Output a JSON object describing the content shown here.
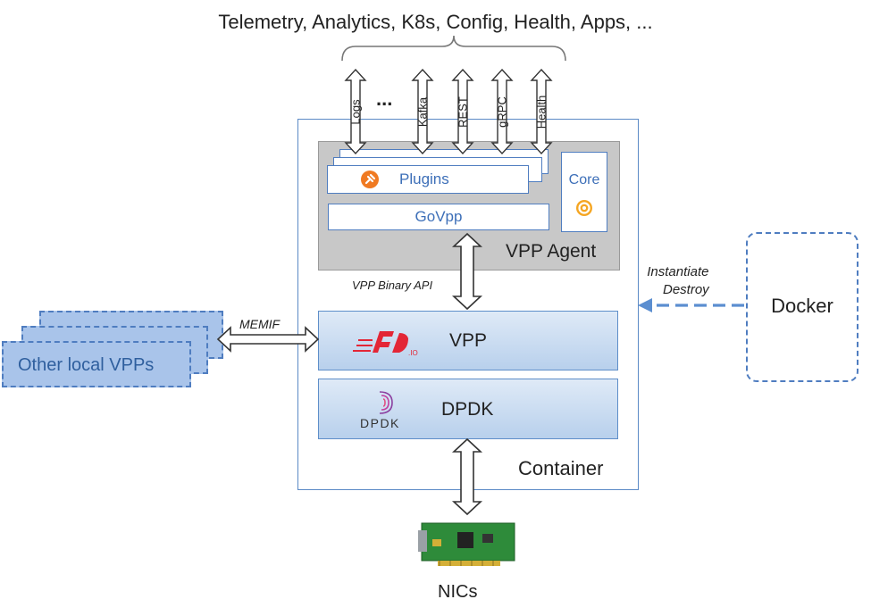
{
  "header": {
    "title": "Telemetry, Analytics, K8s, Config, Health, Apps, ..."
  },
  "interfaces": [
    {
      "label": "Logs"
    },
    {
      "label": "..."
    },
    {
      "label": "Kafka"
    },
    {
      "label": "REST"
    },
    {
      "label": "gRPC"
    },
    {
      "label": "Health"
    }
  ],
  "agent": {
    "plugins_label": "Plugins",
    "govpp_label": "GoVpp",
    "core_label": "Core",
    "name": "VPP Agent"
  },
  "api_label": "VPP Binary API",
  "memif_label": "MEMIF",
  "vpp": {
    "label": "VPP",
    "logo_text": ".IO"
  },
  "dpdk": {
    "label": "DPDK",
    "logo_text": "DPDK"
  },
  "container_label": "Container",
  "other_vpps": {
    "label": "Other local VPPs"
  },
  "docker": {
    "label": "Docker",
    "action_line1": "Instantiate",
    "action_line2": "Destroy"
  },
  "nics": {
    "label": "NICs"
  },
  "colors": {
    "accent_blue": "#4f7dc0",
    "orange": "#f07a22",
    "vpp_red": "#e32636",
    "dpdk_purple": "#8b3fa0"
  }
}
